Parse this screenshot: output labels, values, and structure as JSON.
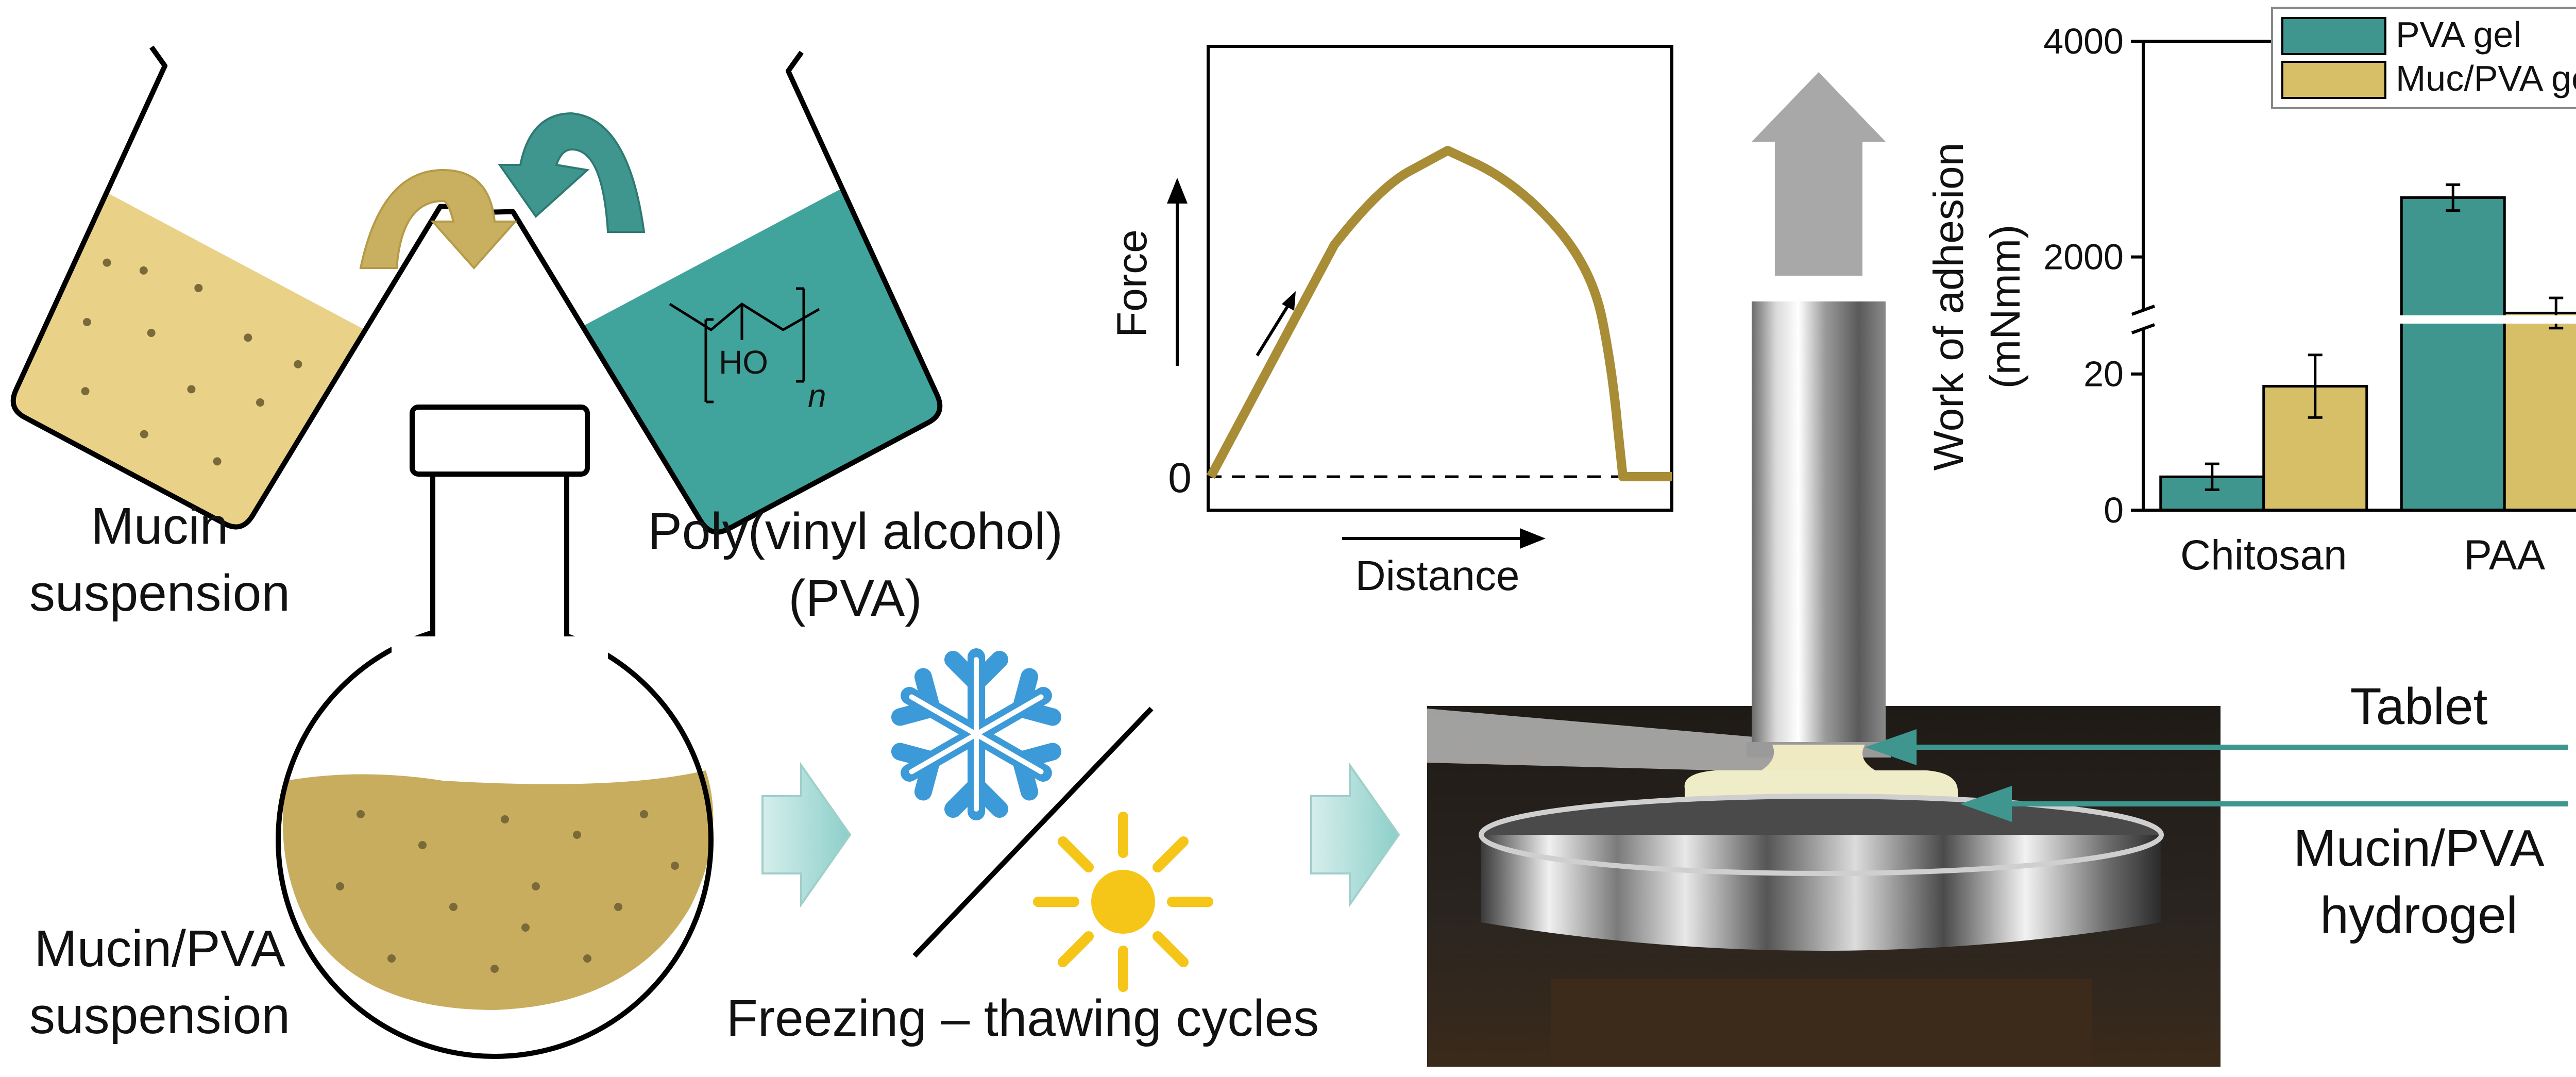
{
  "labels": {
    "mucin_line1": "Mucin",
    "mucin_line2": "suspension",
    "pva_line1": "Poly(vinyl alcohol)",
    "pva_line2": "(PVA)",
    "mixture_line1": "Mucin/PVA",
    "mixture_line2": "suspension",
    "cycles": "Freezing – thawing cycles",
    "tablet": "Tablet",
    "hydrogel_line1": "Mucin/PVA",
    "hydrogel_line2": "hydrogel"
  },
  "chemical": {
    "ho": "HO",
    "n": "n"
  },
  "force_plot": {
    "ylabel": "Force",
    "xlabel": "Distance",
    "zero_label": "0"
  },
  "colors": {
    "teal": "#3e968f",
    "tan": "#d7bf68",
    "tan_liquid": "#e9d287",
    "mixture": "#c9ad5e",
    "curve": "#a88c36",
    "snowflake": "#3c9ad8",
    "sun": "#f5c518",
    "process_arrow": "#b9e3e0"
  },
  "chart_data": {
    "type": "bar",
    "categories": [
      "Chitosan",
      "PAA"
    ],
    "series": [
      {
        "name": "PVA gel",
        "values": [
          4.9,
          2550
        ],
        "errors": [
          1.9,
          120
        ],
        "color": "#3e968f"
      },
      {
        "name": "Muc/PVA gel",
        "values": [
          18.2,
          1480
        ],
        "errors": [
          4.6,
          140
        ],
        "color": "#d7bf68"
      }
    ],
    "ylabel_line1": "Work of adhesion",
    "ylabel_line2": "(mNmm)",
    "lower_ticks": [
      0,
      20
    ],
    "upper_ticks": [
      2000,
      4000
    ],
    "lower_range": [
      0,
      28
    ],
    "upper_range": [
      1420,
      4000
    ],
    "axis_break": true,
    "legend_position": "top-right"
  }
}
